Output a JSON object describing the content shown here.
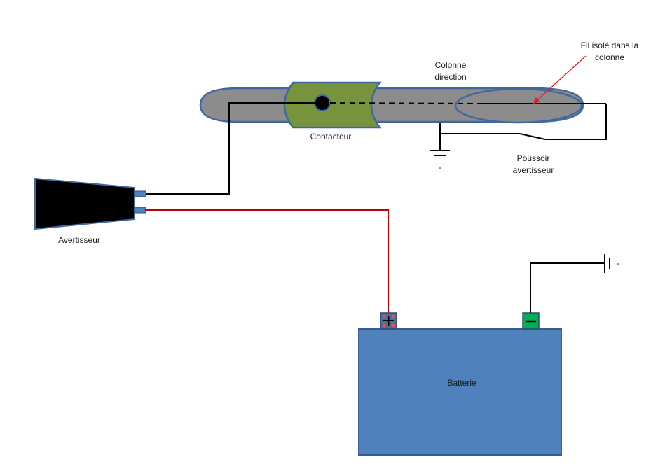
{
  "labels": {
    "column_line1": "Colonne",
    "column_line2": "direction",
    "insulated_line1": "Fil isolé dans la",
    "insulated_line2": "colonne",
    "switch": "Contacteur",
    "button_line1": "Poussoir",
    "button_line2": "avertisseur",
    "horn": "Avertisseur",
    "battery": "Batterie",
    "ground_minus_1": "-",
    "ground_minus_2": "-",
    "terminal_plus": "+",
    "terminal_minus": "-"
  },
  "colors": {
    "column_fill": "#8c8c8c",
    "outline_blue": "#3f68a0",
    "switch_fill": "#77933c",
    "battery_fill": "#4f81bd",
    "terminal_plus_fill": "#4f6e98",
    "terminal_minus_fill": "#00b050",
    "wire_black": "#000000",
    "wire_red": "#c00000",
    "pointer_red": "#e02020",
    "horn_fill": "#000000"
  },
  "icons": [
    "ground-symbol",
    "battery-ground-symbol",
    "horn-shape",
    "push-button-switch"
  ]
}
